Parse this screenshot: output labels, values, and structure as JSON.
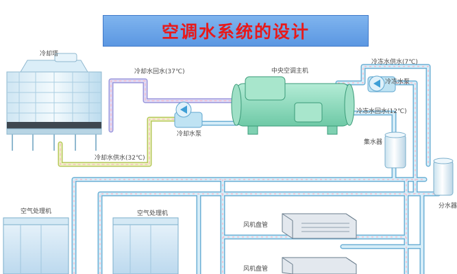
{
  "title": "空调水系统的设计",
  "labels": {
    "cooling_tower": "冷却塔",
    "cooling_return": "冷却水回水(37℃)",
    "cooling_supply": "冷却水供水(32℃)",
    "cooling_pump": "冷却水泵",
    "chiller": "中央空调主机",
    "chilled_supply": "冷冻水供水(7℃)",
    "chilled_pump": "冷冻水泵",
    "chilled_return": "冷冻水回水(12℃)",
    "collector": "集水器",
    "distributor": "分水器",
    "ahu_1": "空气处理机",
    "ahu_2": "空气处理机",
    "fcu_1": "风机盘管",
    "fcu_2": "风机盘管"
  },
  "colors": {
    "banner": "#6aa6ea",
    "title": "#e8191a",
    "pipe": "#b7dcef",
    "pipe_edge": "#6db0d6",
    "return_pipe": "#c9c6ee",
    "supply_pipe": "#e6efb0",
    "chiller": "#8fdcc0",
    "tank": "#e4f1f8"
  }
}
